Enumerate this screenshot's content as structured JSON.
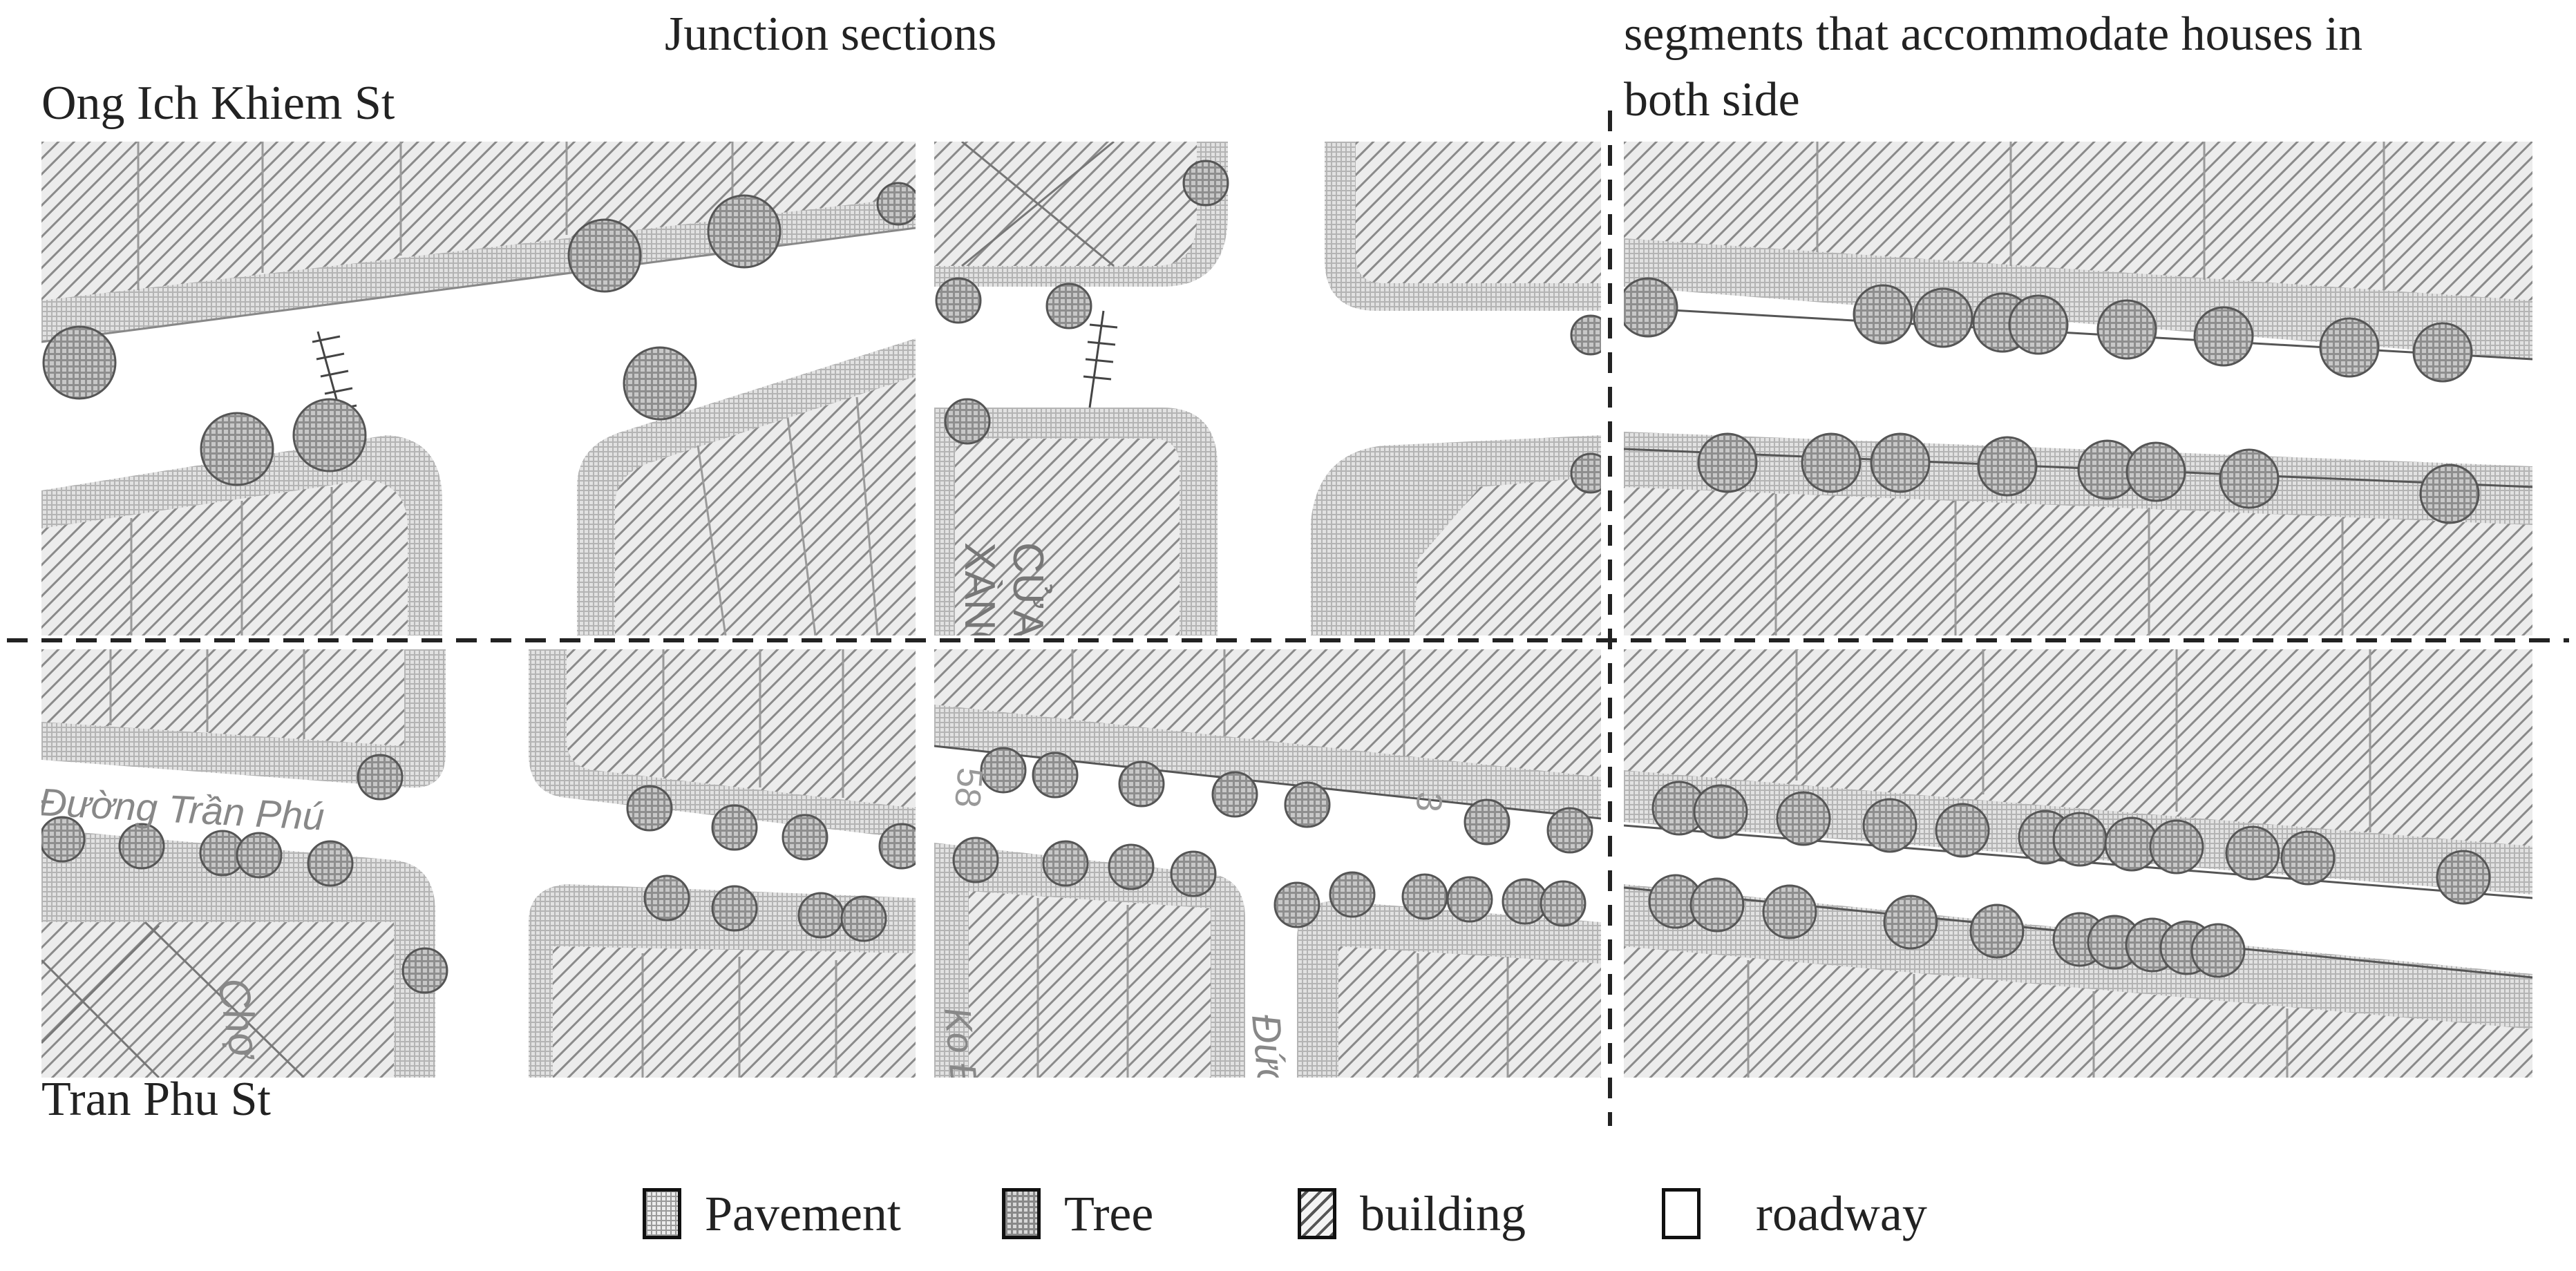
{
  "headings": {
    "junction": "Junction sections",
    "segments_line1": "segments that accommodate houses in",
    "segments_line2": "both side"
  },
  "streets": {
    "top": "Ong Ich Khiem St",
    "bottom": "Tran Phu St"
  },
  "map_text": {
    "tran_phu_road": "Đường Trần Phú",
    "cua_line1": "CỬA",
    "cua_line2": "XÀNG",
    "cho": "Chợ",
    "duc": "Đức",
    "ko_da": "Ko Đa",
    "n_58": "58",
    "n_3": "3"
  },
  "legend": [
    {
      "label": "Pavement"
    },
    {
      "label": "Tree"
    },
    {
      "label": "building"
    },
    {
      "label": "roadway"
    }
  ],
  "colors": {
    "pavement": "#dcdcdc",
    "tree": "#b8b8b8",
    "building_hatch": "#6a6a6a",
    "roadway": "#ffffff",
    "divider": "#222222"
  }
}
